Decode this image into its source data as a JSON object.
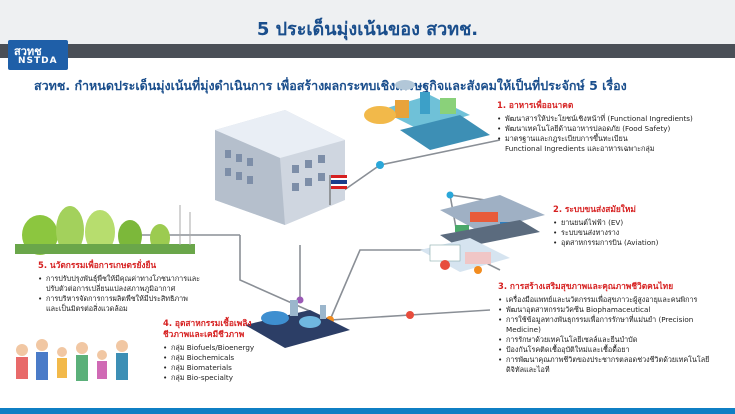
{
  "header": {
    "title": "5 ประเด็นมุ่งเน้นของ สวทช.",
    "logo_top": "สวทช",
    "logo_bottom": "NSTDA"
  },
  "subtitle": "สวทช. กำหนดประเด็นมุ่งเน้นที่มุ่งดำเนินการ เพื่อสร้างผลกระทบเชิงเศรษฐกิจและสังคมให้เป็นที่ประจักษ์ 5 เรื่อง",
  "colors": {
    "accent": "#1a4e8c",
    "red": "#d62020",
    "bar": "#4a4f57",
    "bottom": "#0f7fc4"
  },
  "sections": {
    "food": {
      "title": "1. อาหารเพื่ออนาคต",
      "items": [
        "พัฒนาสารให้ประโยชน์เชิงหน้าที่ (Functional Ingredients)",
        "พัฒนาเทคโนโลยีด้านอาหารปลอดภัย (Food Safety)",
        "มาตรฐานและกฎระเบียบการขึ้นทะเบียน"
      ],
      "item3_cont": "Functional Ingredients และอาหารเฉพาะกลุ่ม"
    },
    "transport": {
      "title": "2. ระบบขนส่งสมัยใหม่",
      "items": [
        "ยานยนต์ไฟฟ้า (EV)",
        "ระบบขนส่งทางราง",
        "อุตสาหกรรมการบิน (Aviation)"
      ]
    },
    "health": {
      "title": "3. การสร้างเสริมสุขภาพและคุณภาพชีวิตคนไทย",
      "items": [
        "เครื่องมือแพทย์และนวัตกรรมเพื่อสุขภาวะผู้สูงอายุและคนพิการ",
        "พัฒนาอุตสาหกรรมวัคซีน Biophamaceutical",
        "การใช้ข้อมูลทางพันธุกรรมเพื่อการรักษาที่แม่นยำ (Precision Medicine)",
        "การรักษาด้วยเทคโนโลยีเซลล์และยีนบำบัด",
        "ป้องกันโรคติดเชื้ออุบัติใหม่และเชื้อดื้อยา",
        "การพัฒนาคุณภาพชีวิตของประชากรตลอดช่วงชีวิตด้วยเทคโนโลยี"
      ],
      "item6_cont": "ดิจิทัลและไอที"
    },
    "bio": {
      "title": "4. อุตสาหกรรมเชื้อเพลิง",
      "title2": "ชีวภาพและเคมีชีวภาพ",
      "items": [
        "กลุ่ม Biofuels/Bioenergy",
        "กลุ่ม Biochemicals",
        "กลุ่ม Biomaterials",
        "กลุ่ม Bio-specialty"
      ]
    },
    "agri": {
      "title": "5. นวัตกรรมเพื่อการเกษตรยั่งยืน",
      "items": [
        "การปรับปรุงพันธุ์พืชให้มีคุณค่าทางโภชนาการและ",
        "การบริหารจัดการการผลิตพืชให้มีประสิทธิภาพ"
      ],
      "item1_cont": "ปรับตัวต่อการเปลี่ยนแปลงสภาพภูมิอากาศ",
      "item2_cont": "และเป็นมิตรต่อสิ่งแวดล้อม"
    }
  }
}
